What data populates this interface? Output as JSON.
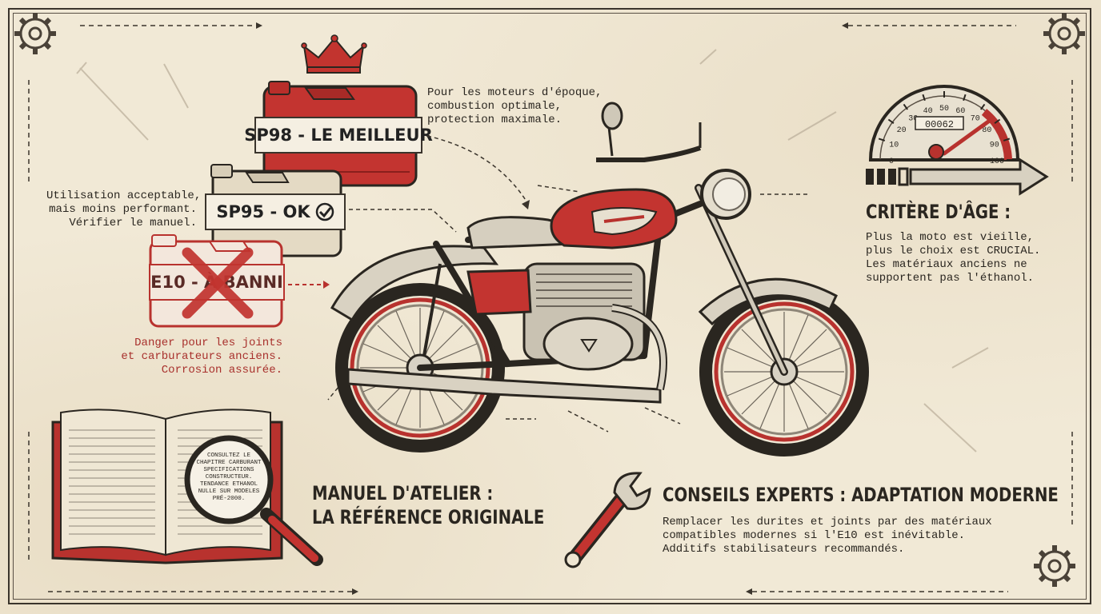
{
  "fuels": {
    "sp98": {
      "label": "SP98 - LE MEILLEUR",
      "note": [
        "Pour les moteurs d'époque,",
        "combustion optimale,",
        "protection maximale."
      ]
    },
    "sp95": {
      "label": "SP95 - OK",
      "note": [
        "Utilisation acceptable,",
        "mais moins performant.",
        "Vérifier le manuel."
      ]
    },
    "e10": {
      "label": "E10 - À BANNI",
      "note": [
        "Danger pour les joints",
        "et carburateurs anciens.",
        "Corrosion assurée."
      ]
    }
  },
  "age": {
    "title": "CRITÈRE D'ÂGE :",
    "text": [
      "Plus la moto est vieille,",
      "plus le choix est CRUCIAL.",
      "Les matériaux anciens ne",
      "supportent pas l'éthanol."
    ],
    "gauge_ticks": [
      "0",
      "10",
      "20",
      "30",
      "40",
      "50",
      "60",
      "70",
      "80",
      "90",
      "100"
    ],
    "odometer": "00062"
  },
  "manual": {
    "title_lines": [
      "MANUEL D'ATELIER :",
      "LA RÉFÉRENCE ORIGINALE"
    ],
    "magnifier_text": [
      "CONSULTEZ LE",
      "CHAPITRE CARBURANT",
      "SPECIFICATIONS",
      "CONSTRUCTEUR.",
      "TENDANCE ETHANOL",
      "NULLE SUR MODELES",
      "PRÉ-2000."
    ]
  },
  "tips": {
    "title": "CONSEILS EXPERTS : ADAPTATION MODERNE",
    "text": [
      "Remplacer les durites et joints par des matériaux",
      "compatibles modernes si l'E10 est inévitable.",
      "Additifs stabilisateurs recommandés."
    ]
  },
  "colors": {
    "accent_red": "#b8322e",
    "ink": "#2a2620",
    "paper": "#f1e9d6",
    "cream_can": "#e6dcc6"
  }
}
